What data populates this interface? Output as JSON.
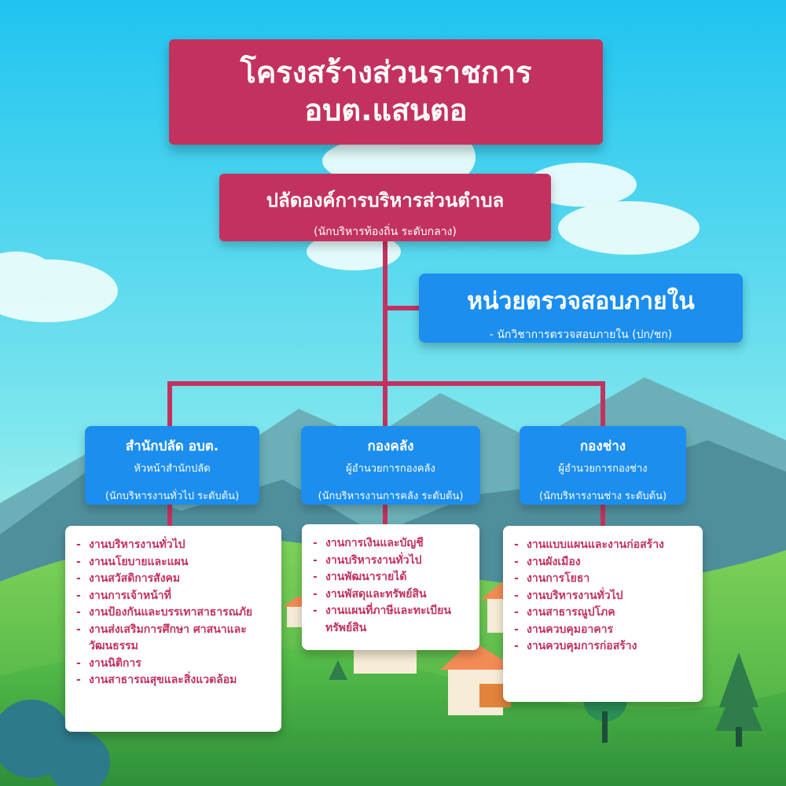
{
  "title": {
    "line1": "โครงสร้างส่วนราชการ",
    "line2": "อบต.แสนตอ"
  },
  "chief": {
    "title": "ปลัดองค์การบริหารส่วนตำบล",
    "subtitle": "(นักบริหารท้องถิ่น ระดับกลาง)"
  },
  "audit": {
    "title": "หน่วยตรวจสอบภายใน",
    "subtitle": "- นักวิชาการตรวจสอบภายใน (ปก/ชก)"
  },
  "departments": [
    {
      "name": "สำนักปลัด อบต.",
      "head": "หัวหน้าสำนักปลัด",
      "position": "(นักบริหารงานทั่วไป ระดับต้น)",
      "duties": [
        "งานบริหารงานทั่วไป",
        "งานนโยบายและแผน",
        "งานสวัสดิการสังคม",
        "งานการเจ้าหน้าที่",
        "งานป้องกันและบรรเทาสาธารณภัย",
        "งานส่งเสริมการศึกษา ศาสนาและวัฒนธรรม",
        "งานนิติการ",
        "งานสาธารณสุขและสิ่งแวดล้อม"
      ]
    },
    {
      "name": "กองคลัง",
      "head": "ผู้อำนวยการกองคลัง",
      "position": "(นักบริหารงานการคลัง ระดับต้น)",
      "duties": [
        "งานการเงินและบัญชี",
        "งานบริหารงานทั่วไป",
        "งานพัฒนารายได้",
        "งานพัสดุและทรัพย์สิน",
        "งานแผนที่ภาษีและทะเบียนทรัพย์สิน"
      ]
    },
    {
      "name": "กองช่าง",
      "head": "ผู้อำนวยการกองช่าง",
      "position": "(นักบริหารงานช่าง ระดับต้น)",
      "duties": [
        "งานแบบแผนและงานก่อสร้าง",
        "งานผังเมือง",
        "งานการโยธา",
        "งานบริหารงานทั่วไป",
        "งานสาธารณูปโภค",
        "งานควบคุมอาคาร",
        "งานควบคุมการก่อสร้าง"
      ]
    }
  ],
  "colors": {
    "primary_box": "#c3325f",
    "secondary_box": "#1b8ef0",
    "connector": "#c3325f",
    "duty_text": "#c3325f"
  }
}
